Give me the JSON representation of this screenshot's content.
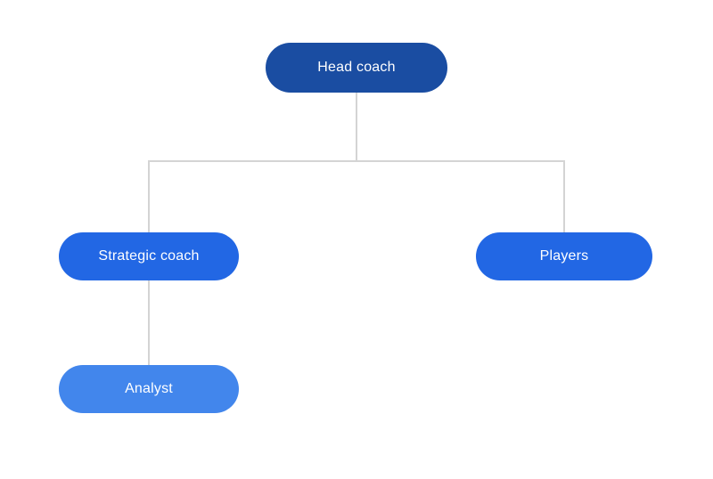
{
  "diagram": {
    "type": "org-chart",
    "background_color": "#ffffff",
    "connector_color": "#d4d4d4",
    "nodes": [
      {
        "id": "head-coach",
        "label": "Head coach",
        "color": "#1a4da2",
        "text_color": "#ffffff",
        "level": 1,
        "parent": null
      },
      {
        "id": "strategic-coach",
        "label": "Strategic coach",
        "color": "#2267e4",
        "text_color": "#ffffff",
        "level": 2,
        "parent": "head-coach"
      },
      {
        "id": "players",
        "label": "Players",
        "color": "#2267e4",
        "text_color": "#ffffff",
        "level": 2,
        "parent": "head-coach"
      },
      {
        "id": "analyst",
        "label": "Analyst",
        "color": "#4286ec",
        "text_color": "#ffffff",
        "level": 3,
        "parent": "strategic-coach"
      }
    ],
    "edges": [
      {
        "from": "head-coach",
        "to": "strategic-coach"
      },
      {
        "from": "head-coach",
        "to": "players"
      },
      {
        "from": "strategic-coach",
        "to": "analyst"
      }
    ]
  }
}
